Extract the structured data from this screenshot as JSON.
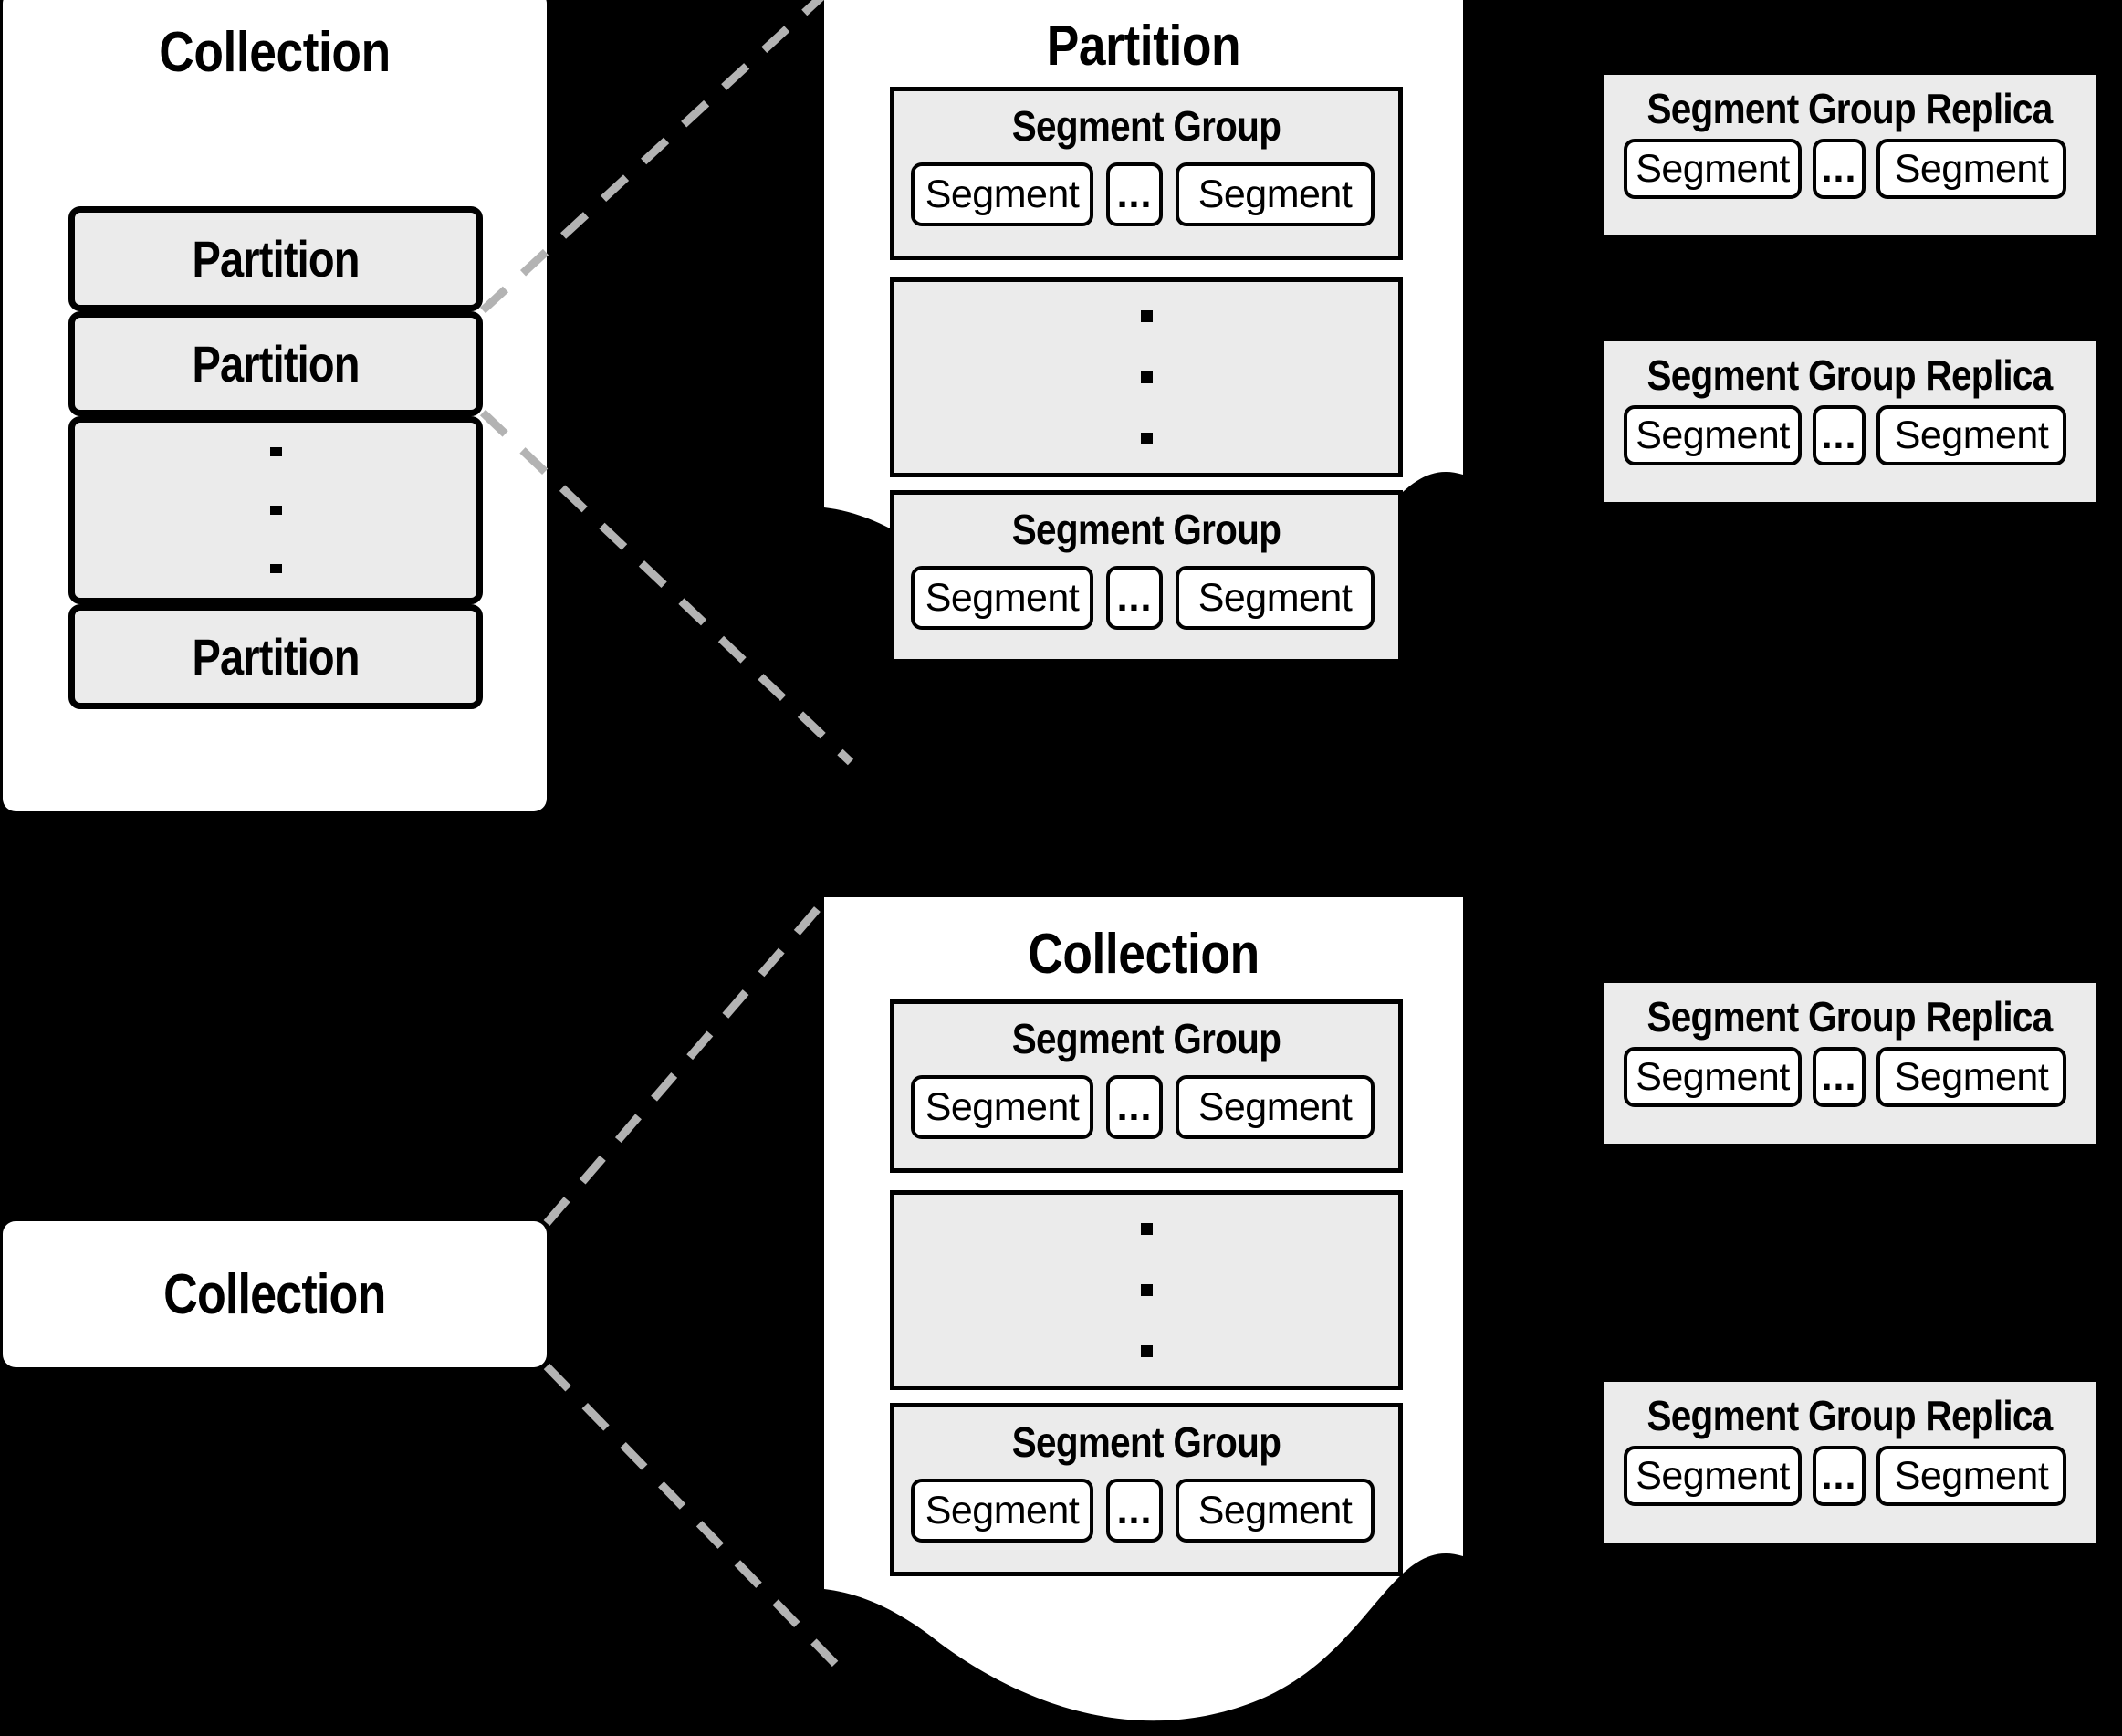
{
  "diagram": {
    "title": "Collection / Partition / Segment Group hierarchy",
    "background_color": "#000000",
    "panel_color": "#ffffff",
    "box_fill": "#ebebeb",
    "stroke_color": "#000000",
    "connector_color": "#b3b3b3",
    "ellipsis": "..."
  },
  "left_collection": {
    "title": "Collection",
    "partitions": [
      {
        "label": "Partition"
      },
      {
        "label": "Partition"
      },
      {
        "label": ""
      },
      {
        "label": "Partition"
      }
    ]
  },
  "partition_panel": {
    "title": "Partition",
    "groups": [
      {
        "title": "Segment Group",
        "segments": [
          "Segment",
          "...",
          "Segment"
        ]
      },
      {
        "title": "",
        "segments": []
      },
      {
        "title": "Segment Group",
        "segments": [
          "Segment",
          "...",
          "Segment"
        ]
      }
    ]
  },
  "partition_replicas": [
    {
      "title": "Segment Group Replica",
      "segments": [
        "Segment",
        "...",
        "Segment"
      ]
    },
    {
      "title": "Segment Group Replica",
      "segments": [
        "Segment",
        "...",
        "Segment"
      ]
    }
  ],
  "bottom_collection_node": {
    "title": "Collection"
  },
  "collection_panel": {
    "title": "Collection",
    "groups": [
      {
        "title": "Segment Group",
        "segments": [
          "Segment",
          "...",
          "Segment"
        ]
      },
      {
        "title": "",
        "segments": []
      },
      {
        "title": "Segment Group",
        "segments": [
          "Segment",
          "...",
          "Segment"
        ]
      }
    ]
  },
  "collection_replicas": [
    {
      "title": "Segment Group Replica",
      "segments": [
        "Segment",
        "...",
        "Segment"
      ]
    },
    {
      "title": "Segment Group Replica",
      "segments": [
        "Segment",
        "...",
        "Segment"
      ]
    }
  ]
}
